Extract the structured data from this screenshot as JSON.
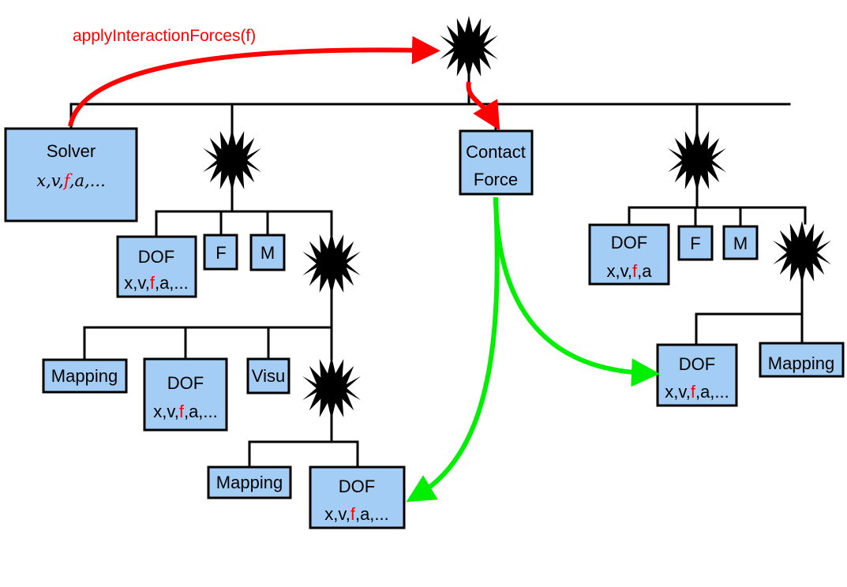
{
  "call": {
    "label": "applyInteractionForces(f)",
    "color": "#ff0000"
  },
  "colors": {
    "box_fill": "#a3cdf4",
    "red_arrow": "#ff0000",
    "green_arrow": "#00ee00",
    "highlight_f": "#ff0000"
  },
  "solver": {
    "title": "Solver",
    "vars": {
      "p1": "x,v,",
      "f": "f",
      "p2": ",a,..."
    }
  },
  "contact_force": {
    "line1": "Contact",
    "line2": "Force"
  },
  "left_tree": {
    "dof1": {
      "title": "DOF",
      "p1": "x,v,",
      "f": "f",
      "p2": ",a,..."
    },
    "f_label": "F",
    "m_label": "M",
    "mapping1": "Mapping",
    "dof2": {
      "title": "DOF",
      "p1": "x,v,",
      "f": "f",
      "p2": ",a,..."
    },
    "visu": "Visu",
    "mapping2": "Mapping",
    "dof3": {
      "title": "DOF",
      "p1": "x,v,",
      "f": "f",
      "p2": ",a,..."
    }
  },
  "right_tree": {
    "dof1": {
      "title": "DOF",
      "p1": "x,v,",
      "f": "f",
      "p2": ",a"
    },
    "f_label": "F",
    "m_label": "M",
    "dof2": {
      "title": "DOF",
      "p1": "x,v,",
      "f": "f",
      "p2": ",a,..."
    },
    "mapping": "Mapping"
  },
  "icons": [
    "node-star-icon"
  ]
}
